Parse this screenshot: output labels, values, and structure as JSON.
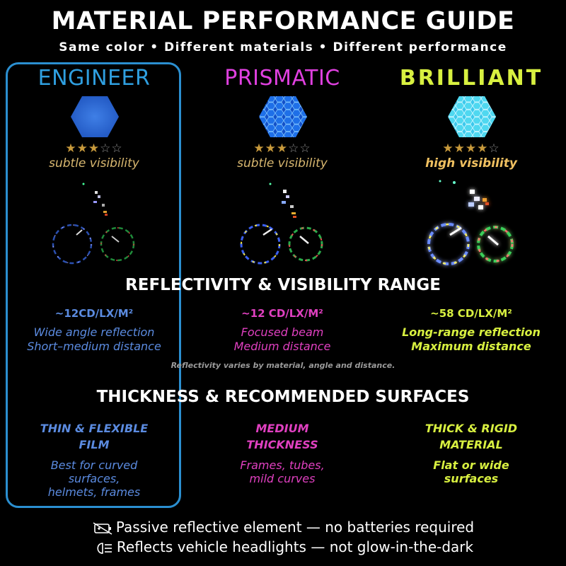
{
  "header": {
    "title": "MATERIAL PERFORMANCE GUIDE",
    "subtitle": "Same color • Different materials • Different performance"
  },
  "colors": {
    "engineer": "#2f9fe0",
    "prismatic": "#e040e0",
    "brilliant": "#d8f040",
    "star": "#c89a3c",
    "highlight_border": "#2b8fd0"
  },
  "materials": [
    {
      "name": "ENGINEER",
      "rating": 3,
      "rating_max": 5,
      "visibility": "subtle visibility",
      "reflectivity": "~12CD/LX/M²",
      "desc_line1": "Wide angle reflection",
      "desc_line2": "Short–medium distance",
      "thickness_line1": "THIN & FLEXIBLE",
      "thickness_line2": "FILM",
      "surface_line1": "Best for curved",
      "surface_line2": "surfaces,",
      "surface_line3": "helmets, frames"
    },
    {
      "name": "PRISMATIC",
      "rating": 3,
      "rating_max": 5,
      "visibility": "subtle visibility",
      "reflectivity": "~12 CD/LX/M²",
      "desc_line1": "Focused beam",
      "desc_line2": "Medium distance",
      "thickness_line1": "MEDIUM",
      "thickness_line2": "THICKNESS",
      "surface_line1": "Frames, tubes,",
      "surface_line2": "mild curves",
      "surface_line3": ""
    },
    {
      "name": "BRILLIANT",
      "rating": 4,
      "rating_max": 5,
      "visibility": "high visibility",
      "reflectivity": "~58 CD/LX/M²",
      "desc_line1": "Long-range reflection",
      "desc_line2": "Maximum distance",
      "thickness_line1": "THICK & RIGID",
      "thickness_line2": "MATERIAL",
      "surface_line1": "Flat or wide",
      "surface_line2": "surfaces",
      "surface_line3": ""
    }
  ],
  "sections": {
    "reflectivity_title": "REFLECTIVITY & VISIBILITY RANGE",
    "reflectivity_note": "Reflectivity varies by material, angle and distance.",
    "thickness_title": "THICKNESS & RECOMMENDED SURFACES"
  },
  "footer": {
    "line1": "Passive reflective element — no batteries required",
    "line2": "Reflects vehicle headlights — not glow-in-the-dark",
    "icon1": "no-battery-icon",
    "icon2": "headlight-icon"
  }
}
